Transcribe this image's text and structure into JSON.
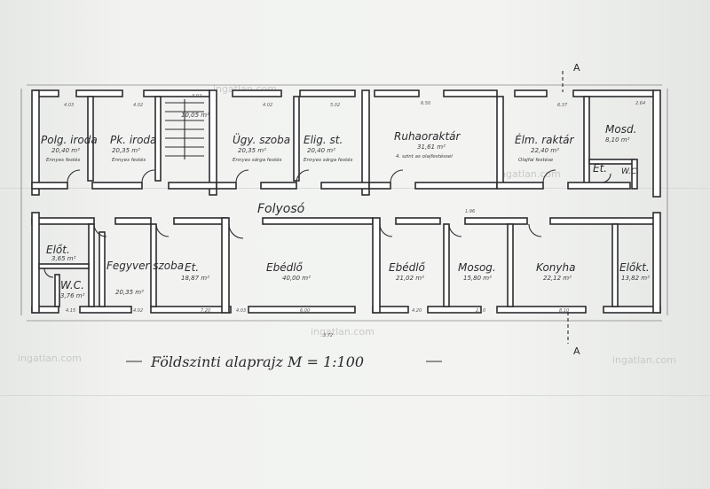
{
  "title": "Földszinti alaprajz M = 1:100",
  "watermark": "ingatlan.com",
  "corridor": "Folyosó",
  "section_mark": "A",
  "top_rooms": [
    {
      "label": "Polg. iroda",
      "area": "20,40 m²",
      "note": "Ennyes festés"
    },
    {
      "label": "Pk. iroda",
      "area": "20,35 m²",
      "note": "Ennyes festés"
    },
    {
      "label": "",
      "area": "10,05 m²",
      "note": ""
    },
    {
      "label": "Ügy. szoba",
      "area": "20,35 m²",
      "note": "Ennyes sárga festés"
    },
    {
      "label": "Elig. st.",
      "area": "20,40 m²",
      "note": "Ennyes sárga festés"
    },
    {
      "label": "Ruhaoraktár",
      "area": "31,61 m²",
      "note": "4. szint as olajfestéssel"
    },
    {
      "label": "Élm. raktár",
      "area": "22,40 m²",
      "note": "Olajfal festése"
    },
    {
      "label": "Mosd.",
      "area": "8,10 m²",
      "note": ""
    },
    {
      "label": "Et.",
      "area": "",
      "note": ""
    },
    {
      "label": "W.C.",
      "area": "",
      "note": ""
    }
  ],
  "bottom_rooms": [
    {
      "label": "Előt.",
      "area": "3,65 m²"
    },
    {
      "label": "W.C.",
      "area": "3,76 m²"
    },
    {
      "label": "Fegyver szoba",
      "area": "20,35 m²"
    },
    {
      "label": "Et.",
      "area": "18,87 m²"
    },
    {
      "label": "Ebédlő",
      "area": "40,00 m²"
    },
    {
      "label": "Ebédlő",
      "area": "21,02 m²"
    },
    {
      "label": "Mosog.",
      "area": "15,80 m²"
    },
    {
      "label": "Konyha",
      "area": "22,12 m²"
    },
    {
      "label": "Előkt.",
      "area": "13,82 m²"
    }
  ],
  "dimensions": [
    "4.03",
    "4.02",
    "3.02",
    "4.02",
    "5.02",
    "6.37",
    "2.64",
    "4.15",
    "4.02",
    "7.20",
    "4.20",
    "8.10",
    "6.00",
    "2.10",
    "4.03",
    "3.72",
    "1.96",
    "6.50"
  ]
}
